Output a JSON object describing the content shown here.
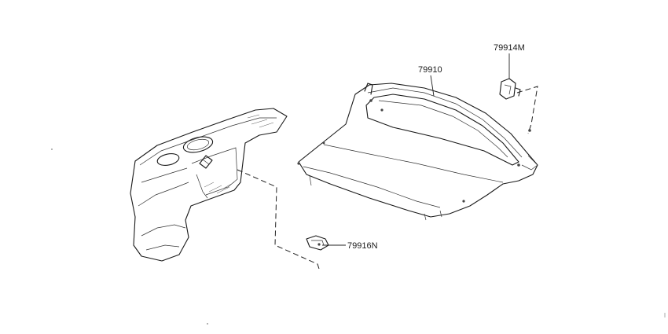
{
  "callouts": {
    "package_tray_trim": "79910",
    "clip_upper": "79914M",
    "clip_lower": "79916N"
  }
}
